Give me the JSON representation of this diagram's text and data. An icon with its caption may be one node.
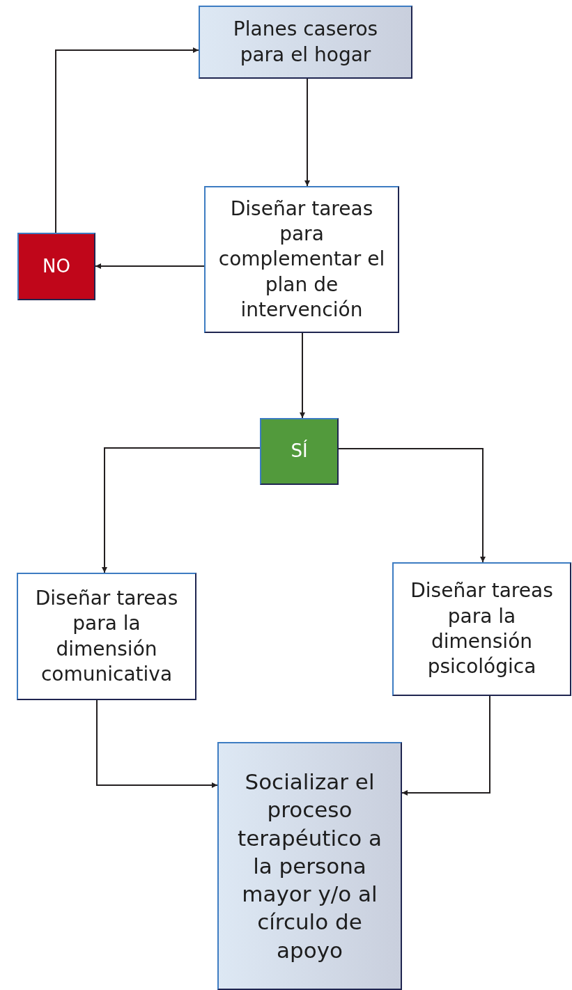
{
  "diagram": {
    "nodes": [
      {
        "text": [
          "Planes caseros para el hogar"
        ]
      },
      {
        "text": [
          "Diseñar tareas para complementar el plan de intervención"
        ]
      },
      {
        "text": [
          "NO"
        ]
      },
      {
        "text": [
          "SÍ"
        ]
      },
      {
        "text": [
          "Diseñar tareas para la dimensión comunicativa"
        ]
      },
      {
        "text": [
          "Diseñar tareas para la dimensión psicológica"
        ]
      },
      {
        "text": [
          "Socializar el proceso terapéutico a la persona mayor y/o al círculo de apoyo"
        ]
      }
    ],
    "edges": [
      {
        "from": 0,
        "to": 1,
        "arrow": "to"
      },
      {
        "from": 1,
        "to": 2,
        "arrow": "to"
      },
      {
        "from": 2,
        "to": 0,
        "arrow": "to"
      },
      {
        "from": 1,
        "to": 3,
        "arrow": "to"
      },
      {
        "from": 3,
        "to": 4,
        "arrow": "to"
      },
      {
        "from": 3,
        "to": 5,
        "arrow": "to"
      },
      {
        "from": 4,
        "to": 6,
        "arrow": "to"
      },
      {
        "from": 5,
        "to": 6,
        "arrow": "to"
      }
    ]
  }
}
